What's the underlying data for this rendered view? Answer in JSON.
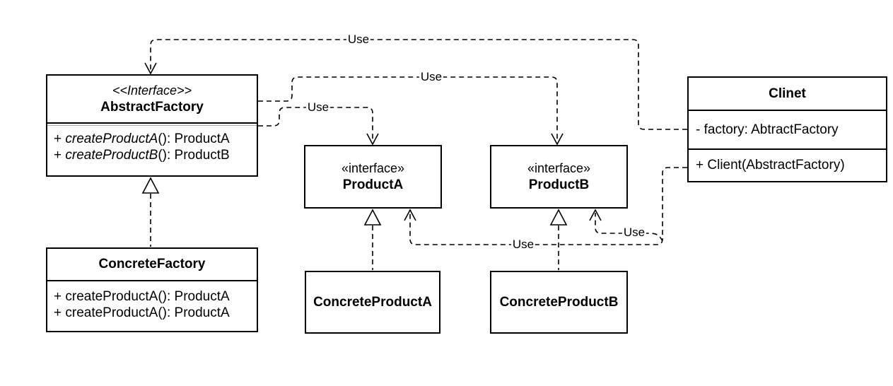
{
  "diagram": {
    "kind": "uml-class-diagram",
    "pattern": "Abstract Factory",
    "background_color": "#ffffff",
    "line_color": "#000000",
    "separator_gray": "#a6a6a6"
  },
  "classes": {
    "abstract_factory": {
      "stereotype": "<<Interface>>",
      "name": "AbstractFactory",
      "methods": [
        {
          "prefix": "+ ",
          "name": "createProductA",
          "suffix": "(): ProductA"
        },
        {
          "prefix": "+ ",
          "name": "createProductB",
          "suffix": "(): ProductB"
        }
      ]
    },
    "concrete_factory": {
      "name": "ConcreteFactory",
      "methods": [
        {
          "text": "+ createProductA(): ProductA"
        },
        {
          "text": "+ createProductA(): ProductA"
        }
      ]
    },
    "product_a": {
      "stereotype": "«interface»",
      "name": "ProductA"
    },
    "product_b": {
      "stereotype": "«interface»",
      "name": "ProductB"
    },
    "concrete_product_a": {
      "name": "ConcreteProductA"
    },
    "concrete_product_b": {
      "name": "ConcreteProductB"
    },
    "client": {
      "name": "Clinet",
      "attributes": [
        {
          "text": "- factory: AbtractFactory"
        }
      ],
      "methods": [
        {
          "text": "+ Client(AbstractFactory)"
        }
      ]
    }
  },
  "edges": {
    "client_to_abstract_factory": {
      "label": "Use",
      "type": "dependency"
    },
    "abstract_factory_to_product_b": {
      "label": "Use",
      "type": "dependency"
    },
    "abstract_factory_to_product_a": {
      "label": "Use",
      "type": "dependency"
    },
    "client_to_product_a": {
      "label": "Use",
      "type": "dependency"
    },
    "client_to_product_b": {
      "label": "Use",
      "type": "dependency"
    },
    "concrete_factory_to_abstract_factory": {
      "type": "realization"
    },
    "concrete_product_a_to_product_a": {
      "type": "realization"
    },
    "concrete_product_b_to_product_b": {
      "type": "realization"
    }
  }
}
